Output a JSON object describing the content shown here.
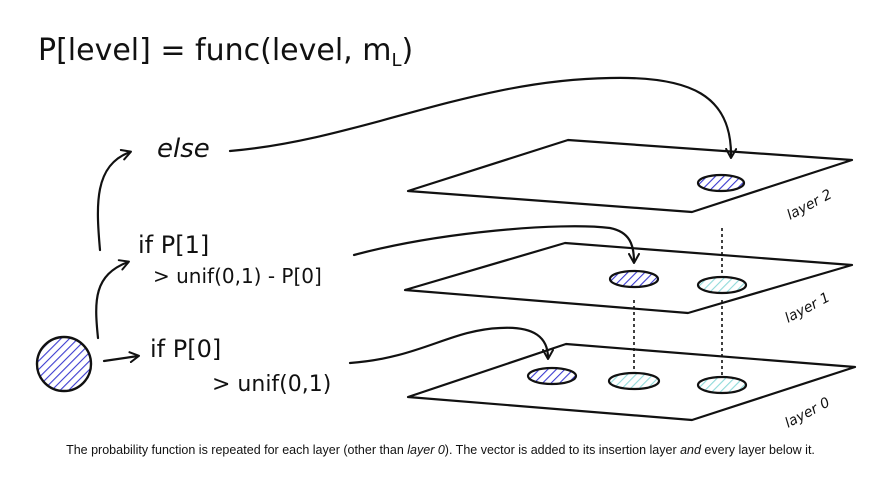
{
  "formula": {
    "prefix": "P[level] = func(level, m",
    "subscript": "L",
    "suffix": ")"
  },
  "branches": {
    "else_label": "else",
    "if1_line1": "if P[1]",
    "if1_line2": "> unif(0,1) - P[0]",
    "if0_line1": "if P[0]",
    "if0_line2": "> unif(0,1)"
  },
  "layers": [
    {
      "label": "layer 2"
    },
    {
      "label": "layer 1"
    },
    {
      "label": "layer 0"
    }
  ],
  "colors": {
    "ink": "#111111",
    "vector_fill": "#3a3ad0",
    "copy_fill": "#9fe3e3"
  },
  "caption": {
    "part1": "The probability function is repeated for each layer (other than ",
    "layer0": "layer 0",
    "part2": "). The vector is added to its insertion layer ",
    "and": "and",
    "part3": " every layer below it."
  }
}
